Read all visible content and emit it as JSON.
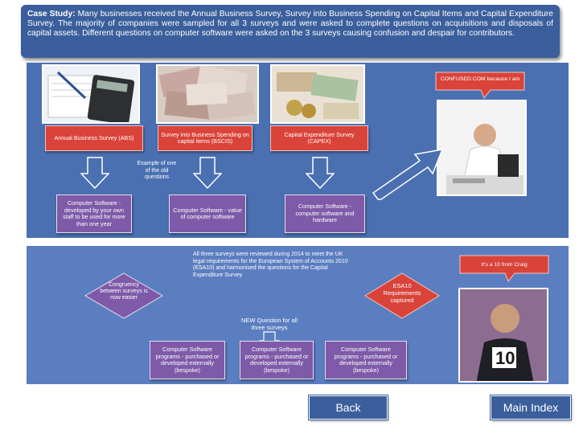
{
  "header": {
    "bold_lead": "Case Study:",
    "text": " Many businesses received the Annual Business Survey, Survey into Business Spending on Capital Items and Capital Expenditure Survey. The majority of companies were sampled for all 3 surveys and were asked to complete questions on acquisitions and disposals of capital assets. Different questions on computer software were asked on the 3 surveys causing confusion and despair for contributors."
  },
  "surveys": [
    {
      "label": "Annual Business Survey (ABS)"
    },
    {
      "label": "Survey into Business Spending on capital items (BSCIS)"
    },
    {
      "label": "Capital Expenditure Survey (CAPEX)"
    }
  ],
  "example_note": "Example of one of the old questions",
  "old_questions": [
    {
      "label": "Computer Software - developed by your own staff to be used for more than one year"
    },
    {
      "label": "Computer Software - value of computer software"
    },
    {
      "label": "Computer Software - computer software and hardware"
    }
  ],
  "callout_confused": "CONFUSED.COM because I am",
  "review_note": "All three surveys were reviewed during 2014 to meet the UK legal requirements for the European System of Accounts 2010 (ESA10) and harmonised the questions for the Capital Expenditure Survey",
  "congruency": "Congruency between surveys is now easier",
  "esa10": "ESA10 Requirements captured",
  "callout_craig": "It's a 10 from Craig",
  "new_question_note": "NEW Question for all three surveys",
  "new_questions": [
    {
      "label": "Computer Software programs - purchased or developed externally (bespoke)"
    },
    {
      "label": "Computer Software programs - purchased or developed externally (bespoke)"
    },
    {
      "label": "Computer Software programs - purchased or developed externally (bespoke)"
    }
  ],
  "nav": {
    "back": "Back",
    "main_index": "Main Index"
  },
  "colors": {
    "header": "#3b5f9c",
    "panel": "#4a70b2",
    "box_purple": "#7f5aa8",
    "box_red": "#d9433a"
  }
}
